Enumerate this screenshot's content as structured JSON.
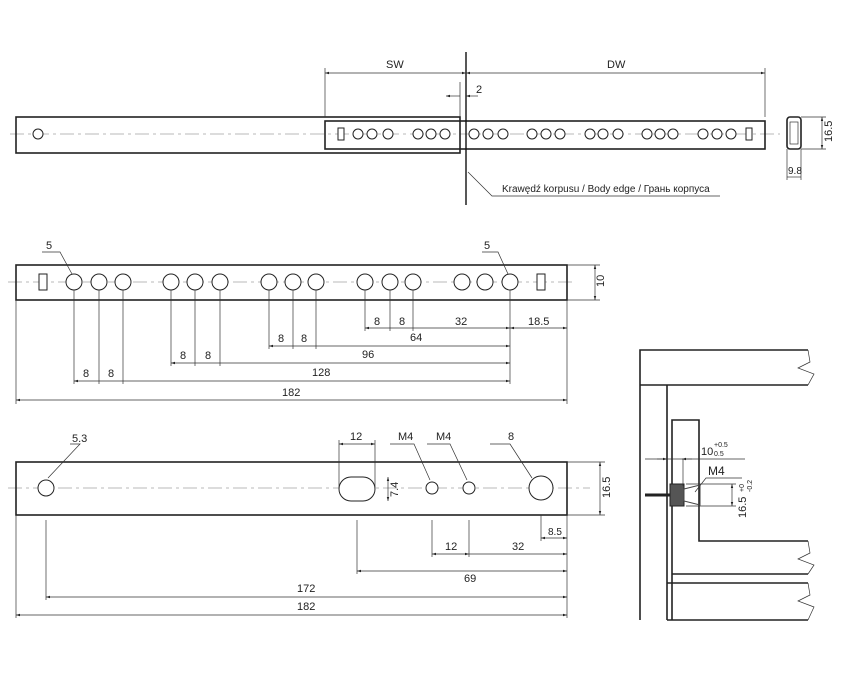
{
  "top_view": {
    "sw_label": "SW",
    "dw_label": "DW",
    "gap_label": "2",
    "body_edge_label": "Krawędź korpusu / Body edge / Грань корпуса",
    "profile_height": "16.5",
    "profile_width": "9.8"
  },
  "middle_view": {
    "hole_dia_left": "5",
    "hole_dia_right": "5",
    "height": "10",
    "dims": [
      "8",
      "8",
      "32",
      "18.5",
      "64",
      "8",
      "8",
      "96",
      "8",
      "8",
      "128",
      "8",
      "8",
      "182"
    ]
  },
  "bottom_view": {
    "hole_left": "5.3",
    "slot_width": "12",
    "slot_height": "7.4",
    "thread_1": "M4",
    "thread_2": "M4",
    "hole_right": "8",
    "height": "16.5",
    "edge_offset": "8.5",
    "pitch": "12",
    "dim_32": "32",
    "dim_69": "69",
    "dim_172": "172",
    "dim_182": "182"
  },
  "detail": {
    "offset_value": "10",
    "offset_tol_upper": "+0.5",
    "offset_tol_lower": "0.5",
    "thread": "M4",
    "height_value": "16.5",
    "height_tol_upper": "+0",
    "height_tol_lower": "-0.2"
  }
}
